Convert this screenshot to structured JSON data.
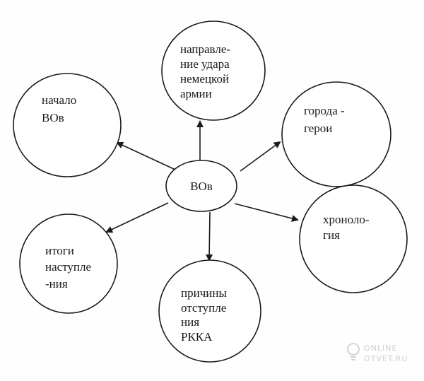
{
  "center": {
    "label": "ВОв"
  },
  "nodes": [
    {
      "id": "napravlenie",
      "lines": [
        "направле-",
        "ние удара",
        "немецкой",
        "армии"
      ]
    },
    {
      "id": "goroda",
      "lines": [
        "города -",
        "герои"
      ]
    },
    {
      "id": "hronologia",
      "lines": [
        "хроноло-",
        "гия"
      ]
    },
    {
      "id": "prichiny",
      "lines": [
        "причины",
        "отступле",
        "ния",
        "РККА"
      ]
    },
    {
      "id": "itogi",
      "lines": [
        "итоги",
        "наступле",
        "-ния"
      ]
    },
    {
      "id": "nachalo",
      "lines": [
        "начало",
        "ВОв"
      ]
    }
  ],
  "watermark": {
    "line1": "ONLINE",
    "line2": "OTVET.RU"
  }
}
